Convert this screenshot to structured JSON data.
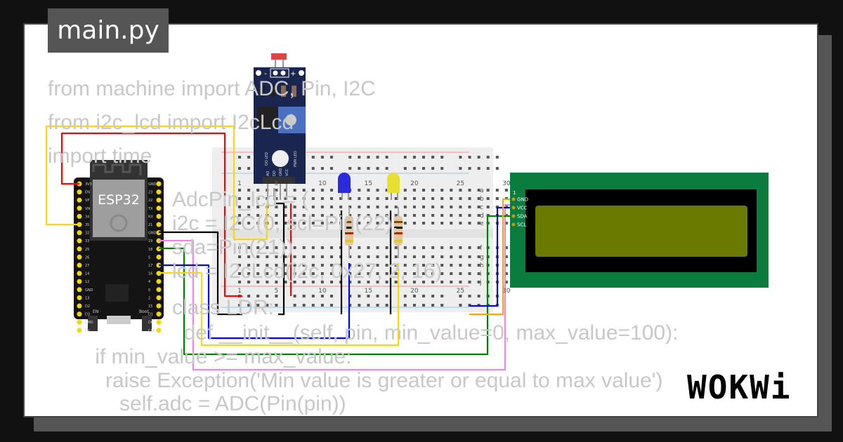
{
  "file_tab": {
    "label": "main.py"
  },
  "code_lines": [
    "from machine import ADC, Pin, I2C",
    "from i2c_lcd import I2cLcd",
    "import time",
    "AdcPin_lcd = (",
    "i2c = I2C(0, scl=Pin(22), sda=Pin(21))",
    "lcd = I2cLcd(i2c, 0x27, 2, 16)",
    "class LDR:",
    "  def __init__(self, pin, min_value=0, max_value=100):",
    "    if min_value >= max_value:",
    "      raise Exception('Min value is greater or equal to max value')",
    "      self.adc = ADC(Pin(pin))"
  ],
  "esp32": {
    "label": "ESP32",
    "button_en": "EN",
    "button_boot": "Boot",
    "left_pins": [
      "3V3",
      "EN",
      "VP",
      "VN",
      "34",
      "35",
      "32",
      "33",
      "25",
      "26",
      "27",
      "14",
      "12",
      "GND",
      "13",
      "D2",
      "D3",
      "CMD",
      "5V"
    ],
    "right_pins": [
      "GND",
      "23",
      "22",
      "TX",
      "RX",
      "21",
      "GND",
      "19",
      "18",
      "5",
      "17",
      "16",
      "4",
      "0",
      "2",
      "15",
      "D1",
      "D0",
      "CLK"
    ]
  },
  "ldr_module": {
    "pins": [
      "AO",
      "DO",
      "GND",
      "VCC"
    ],
    "labels": [
      "DO LED",
      "PWR LED"
    ],
    "minus": "-",
    "plus": "+"
  },
  "breadboard": {
    "columns_top": [
      "1",
      "5",
      "10",
      "15",
      "20",
      "25",
      "30"
    ],
    "rows_left": [
      "a",
      "b",
      "c",
      "d",
      "e",
      "f",
      "g",
      "h",
      "i",
      "j"
    ]
  },
  "leds": [
    {
      "color": "blue",
      "hex": "#2a2adf"
    },
    {
      "color": "yellow",
      "hex": "#e8e030"
    }
  ],
  "lcd": {
    "pin_header": "1",
    "pins": [
      "GND",
      "VCC",
      "SDA",
      "SCL"
    ],
    "board_color": "#0a7d3e",
    "screen_color": "#6a7a00"
  },
  "wire_colors": {
    "red": "#ff0000",
    "yellow": "#ffd700",
    "black": "#000000",
    "blue": "#0000ff",
    "green": "#008000",
    "pink": "#ee82ee",
    "orange": "#ffa500"
  },
  "brand": {
    "logo": "WOKWi"
  }
}
